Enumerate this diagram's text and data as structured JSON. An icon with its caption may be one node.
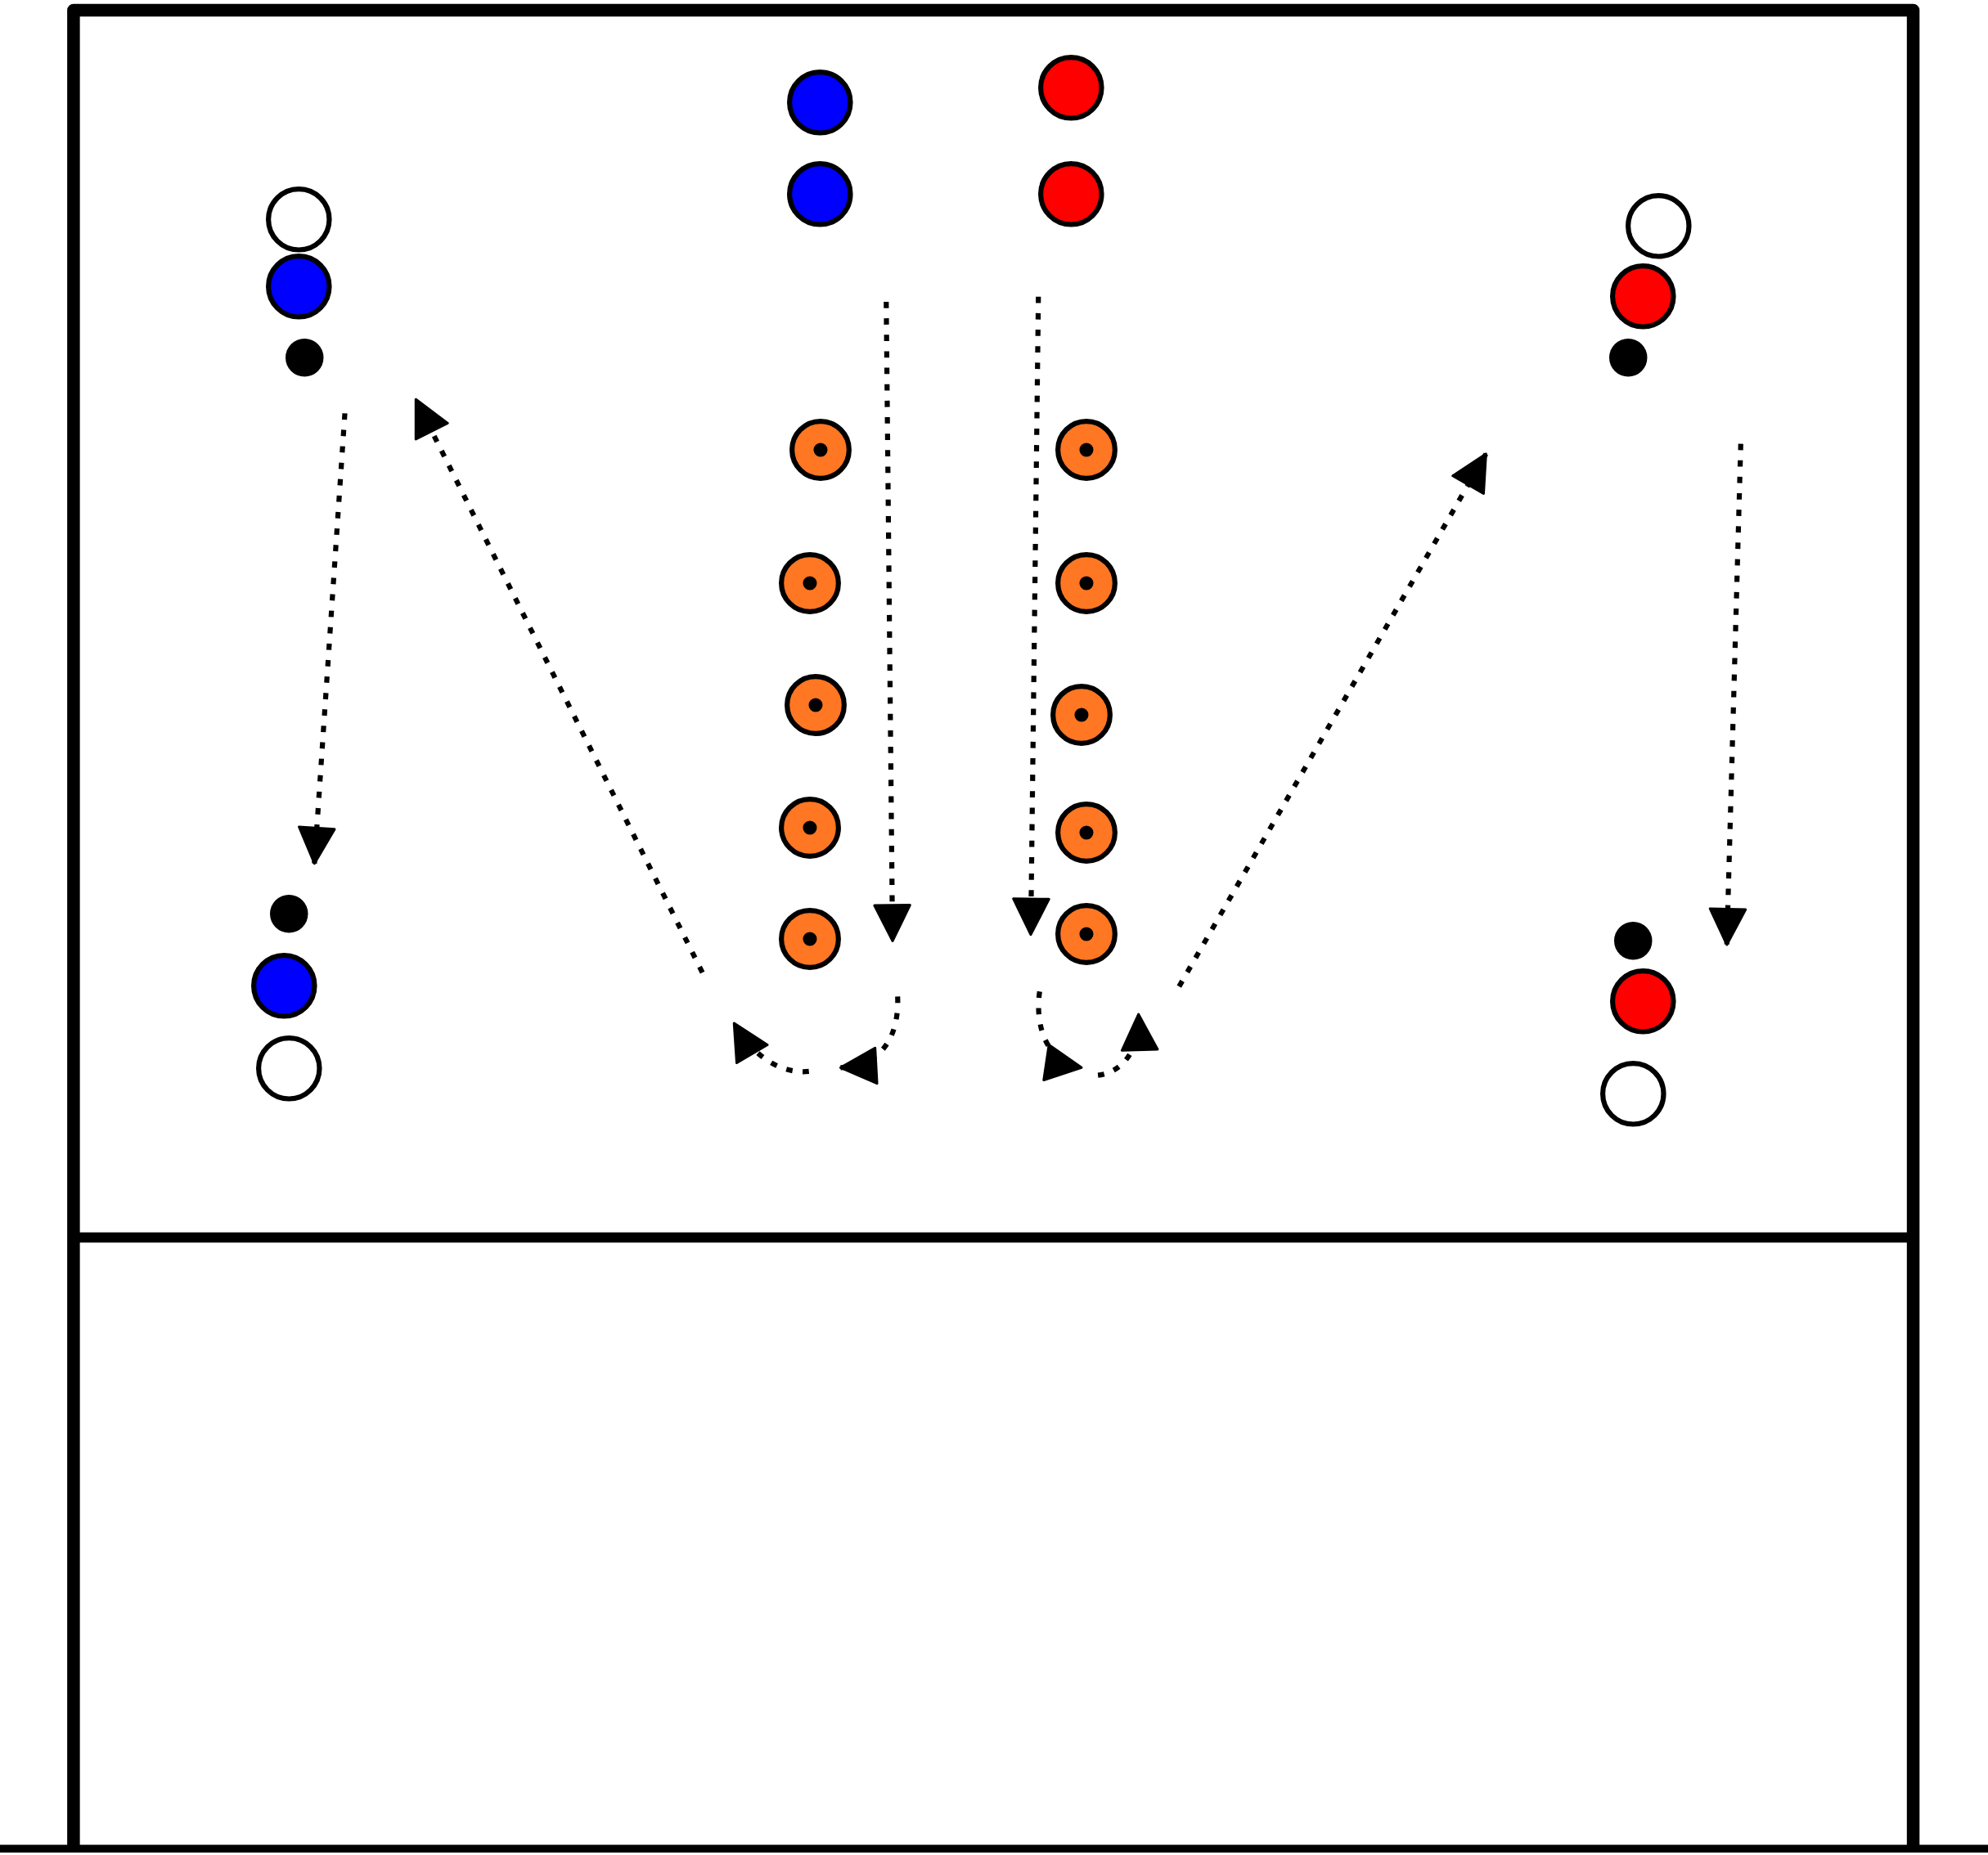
{
  "diagram": {
    "nodes": [
      {
        "text": [],
        "shape": "circle"
      },
      {
        "text": [],
        "shape": "circle"
      },
      {
        "text": [],
        "shape": "circle"
      },
      {
        "text": [],
        "shape": "circle"
      },
      {
        "text": [],
        "shape": "circle"
      },
      {
        "text": [],
        "shape": "circle"
      },
      {
        "text": [],
        "shape": "circle"
      },
      {
        "text": [],
        "shape": "circle"
      },
      {
        "text": [],
        "shape": "circle"
      },
      {
        "text": [],
        "shape": "circle"
      },
      {
        "text": [],
        "shape": "circle"
      },
      {
        "text": [],
        "shape": "circle"
      },
      {
        "text": [],
        "shape": "circle"
      },
      {
        "text": [],
        "shape": "circle"
      },
      {
        "text": [],
        "shape": "circle"
      },
      {
        "text": [],
        "shape": "circle"
      },
      {
        "text": [],
        "shape": "circle"
      },
      {
        "text": [],
        "shape": "circle"
      },
      {
        "text": [],
        "shape": "circle"
      },
      {
        "text": [],
        "shape": "circle"
      },
      {
        "text": [],
        "shape": "circle"
      },
      {
        "text": [],
        "shape": "circle"
      },
      {
        "text": [],
        "shape": "circle"
      },
      {
        "text": [],
        "shape": "circle"
      },
      {
        "text": [],
        "shape": "circle"
      },
      {
        "text": [],
        "shape": "circle"
      }
    ]
  }
}
